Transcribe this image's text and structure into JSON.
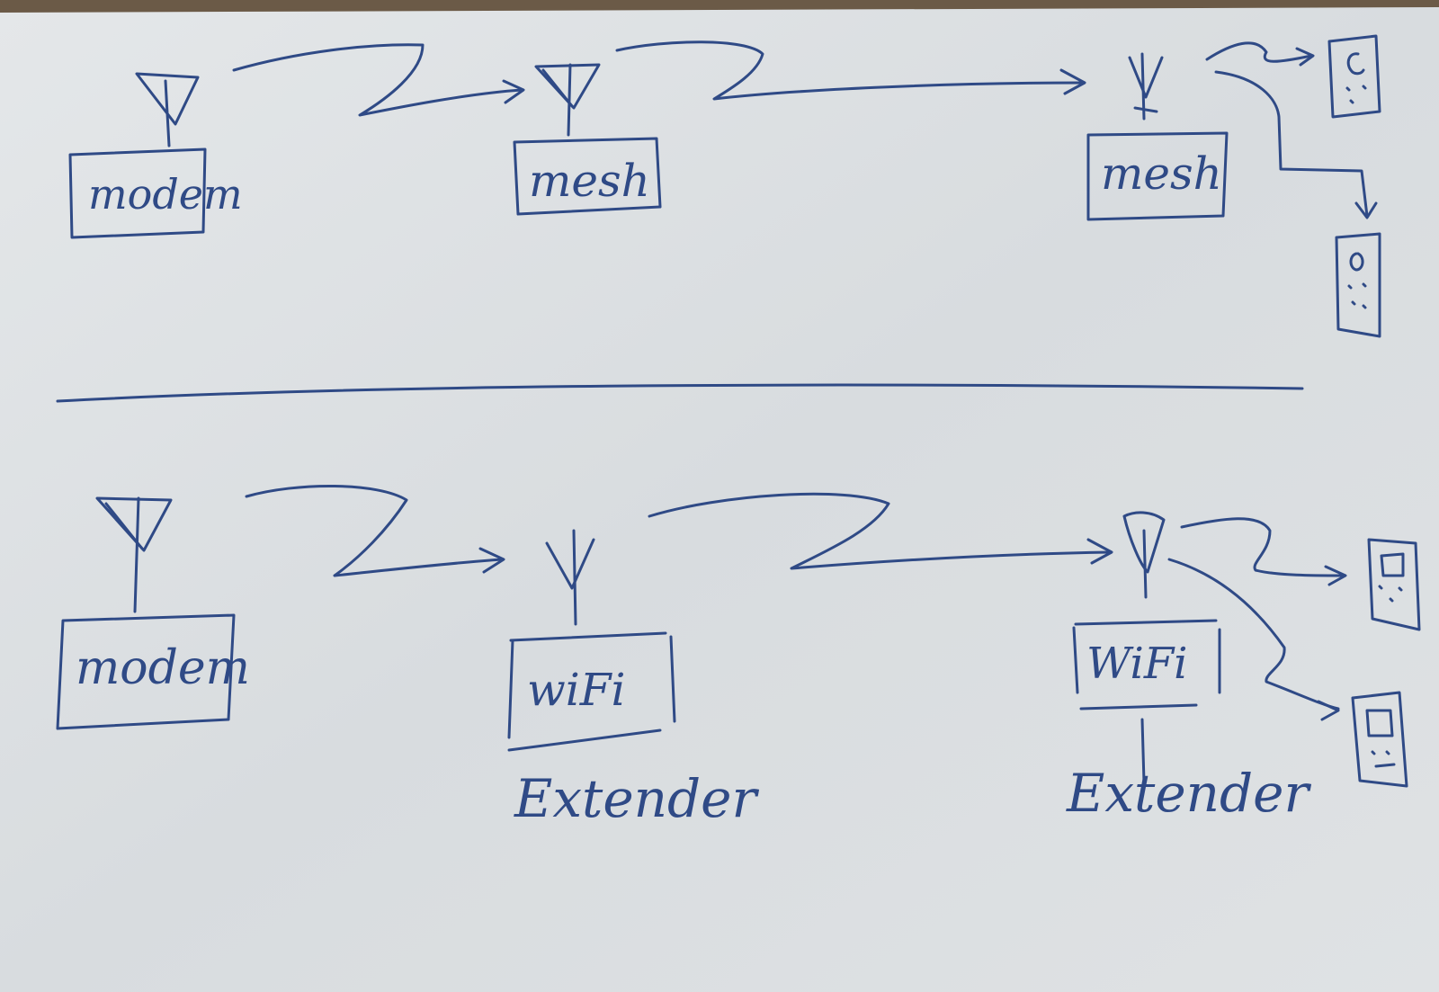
{
  "colors": {
    "ink": "#2f4a86",
    "paper": "#dde1e3",
    "background": "#6b5a47"
  },
  "top_row": {
    "modem_label": "modem",
    "node1_label": "mesh",
    "node2_label": "mesh"
  },
  "bottom_row": {
    "modem_label": "modem",
    "node1_label": "wiFi",
    "node1_caption": "Extender",
    "node2_label": "WiFi",
    "node2_caption": "Extender"
  },
  "icons": [
    "antenna-icon",
    "phone-icon",
    "arrow-icon"
  ]
}
